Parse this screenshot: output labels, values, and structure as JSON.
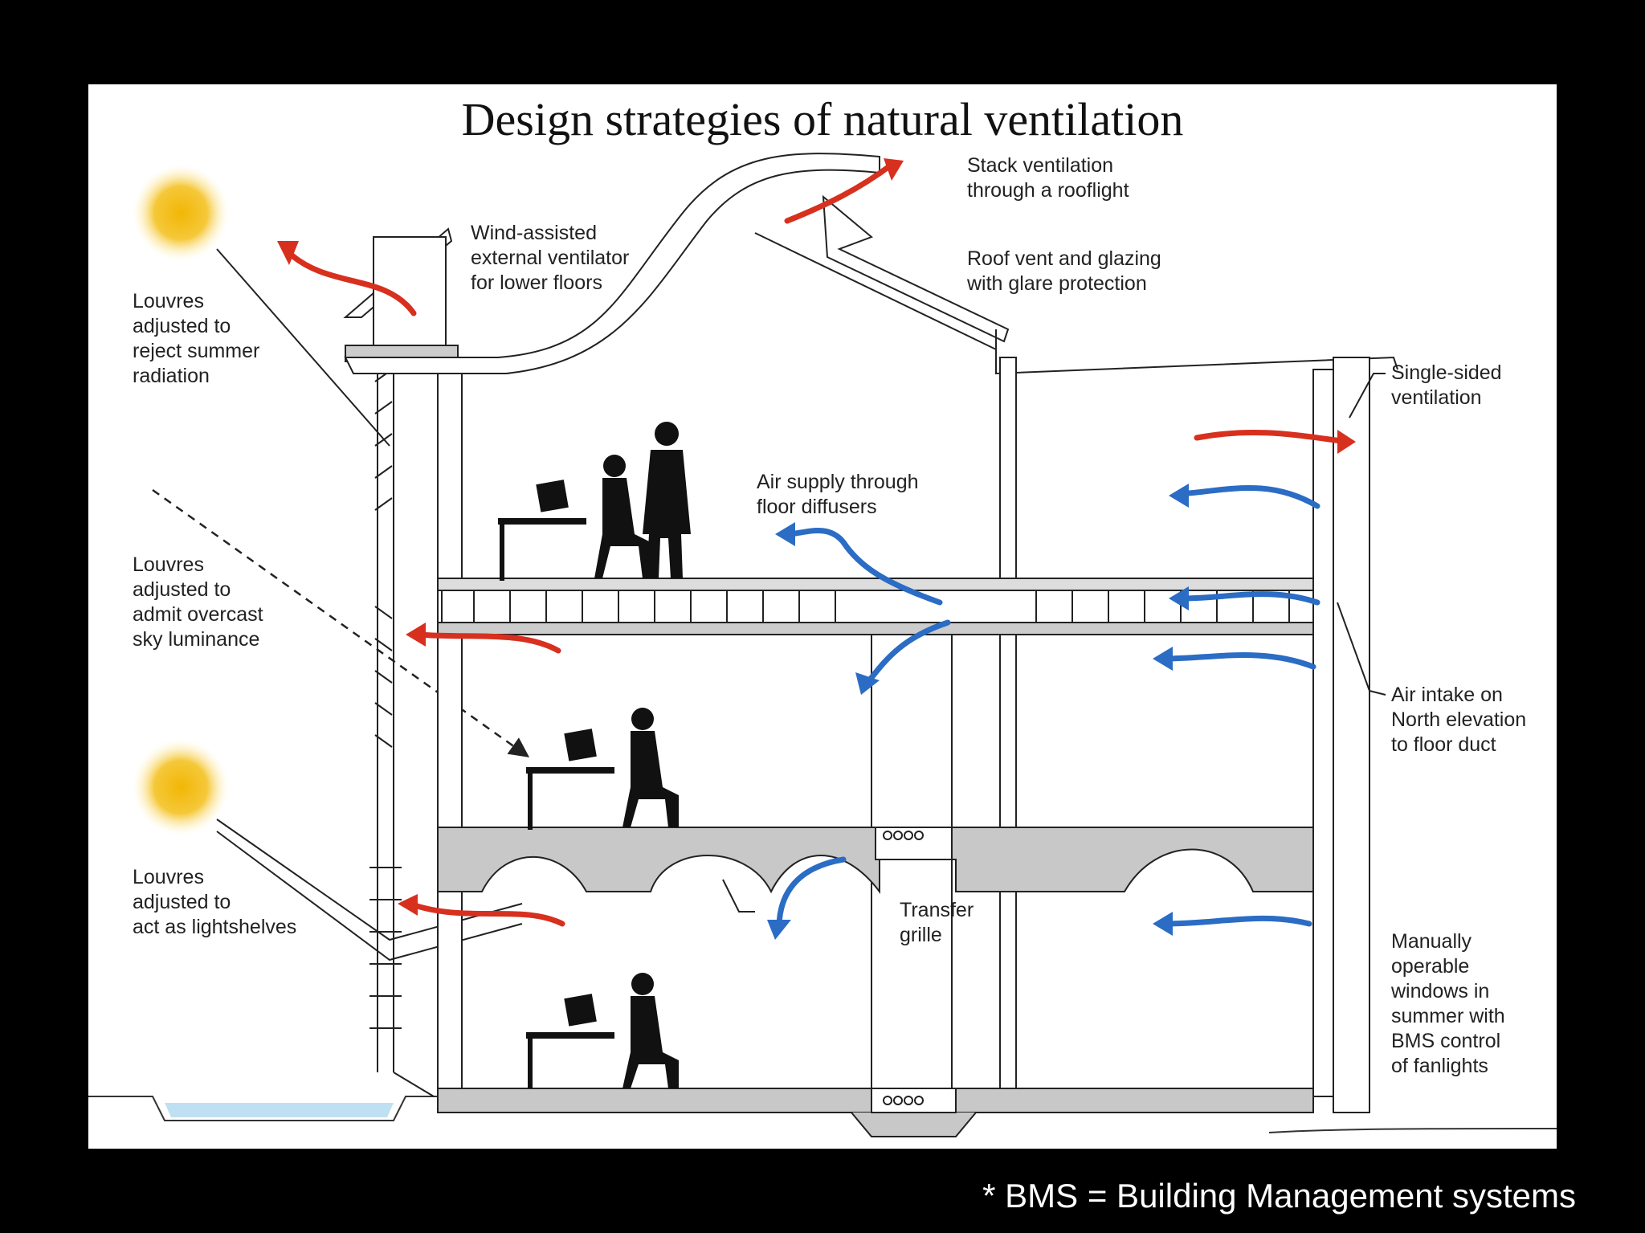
{
  "title": "Design strategies of natural ventilation",
  "labels": {
    "louvres_summer": "Louvres\nadjusted to\nreject summer\nradiation",
    "louvres_overcast": "Louvres\nadjusted to\nadmit overcast\nsky luminance",
    "louvres_lightshelves": "Louvres\nadjusted to\nact as lightshelves",
    "wind_ventilator": "Wind-assisted\nexternal ventilator\nfor lower floors",
    "stack_ventilation": "Stack ventilation\nthrough a rooflight",
    "roof_vent": "Roof vent and glazing\nwith glare protection",
    "single_sided": "Single-sided\nventilation",
    "floor_diffusers": "Air supply through\nfloor diffusers",
    "air_intake": "Air intake on\nNorth elevation\nto floor duct",
    "transfer_grille": "Transfer\ngrille",
    "manual_windows": "Manually\noperable\nwindows in\nsummer with\nBMS control\nof fanlights"
  },
  "footnote": "* BMS = Building Management systems",
  "colors": {
    "warm_air": "#d7301f",
    "cool_air": "#2b6cc4",
    "sun": "#f2b705",
    "structure": "#c8c8c8",
    "line": "#222222"
  }
}
